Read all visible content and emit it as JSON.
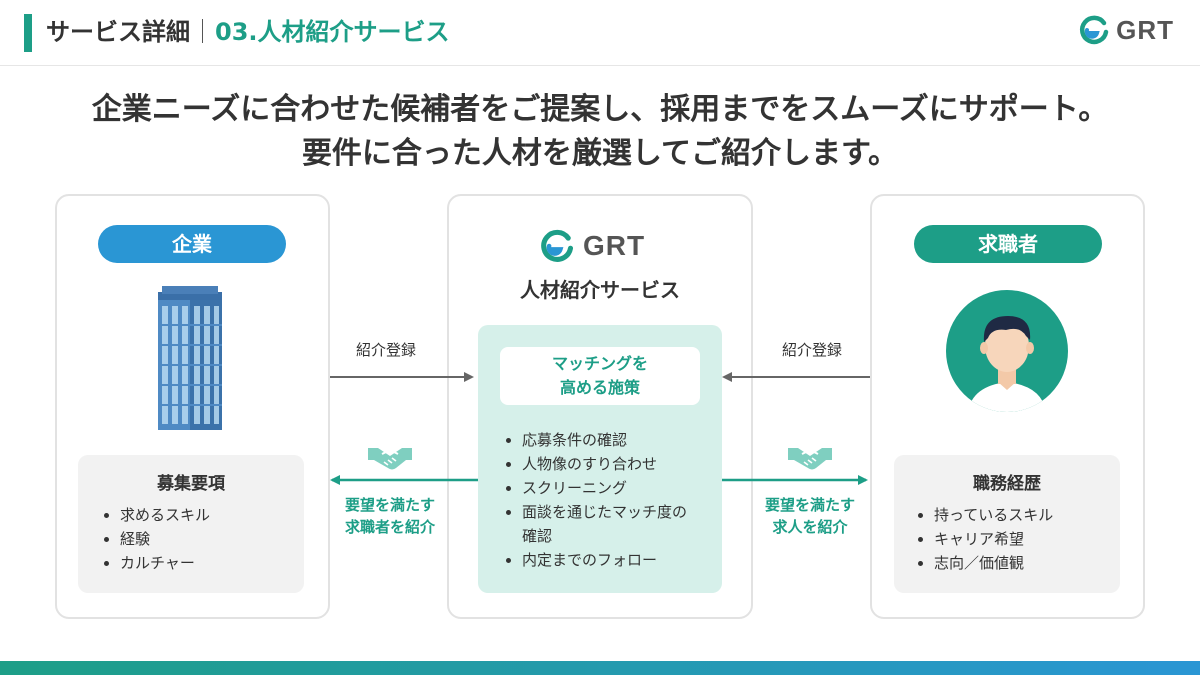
{
  "header": {
    "title": "サービス詳細",
    "subtitle": "03.人材紹介サービス",
    "logo_text": "GRT"
  },
  "headline": {
    "line1": "企業ニーズに合わせた候補者をご提案し、採用までをスムーズにサポート。",
    "line2": "要件に合った人材を厳選してご紹介します。"
  },
  "company": {
    "label": "企業",
    "box_title": "募集要項",
    "items": [
      "求めるスキル",
      "経験",
      "カルチャー"
    ]
  },
  "center": {
    "logo_text": "GRT",
    "title": "人材紹介サービス",
    "measures_title_line1": "マッチングを",
    "measures_title_line2": "高める施策",
    "items": [
      "応募条件の確認",
      "人物像のすり合わせ",
      "スクリーニング",
      "面談を通じたマッチ度の確認",
      "内定までのフォロー"
    ]
  },
  "seeker": {
    "label": "求職者",
    "box_title": "職務経歴",
    "items": [
      "持っているスキル",
      "キャリア希望",
      "志向／価値観"
    ]
  },
  "arrows": {
    "left_register": "紹介登録",
    "right_register": "紹介登録",
    "left_intro_line1": "要望を満たす",
    "left_intro_line2": "求職者を紹介",
    "right_intro_line1": "要望を満たす",
    "right_intro_line2": "求人を紹介"
  },
  "colors": {
    "brand_green": "#1d9e87",
    "brand_blue": "#2a96d4",
    "arrow_gray": "#666666",
    "light_green": "#d6f0ea"
  },
  "icons": [
    "grt-logo-icon",
    "building-icon",
    "person-avatar-icon",
    "handshake-icon"
  ]
}
